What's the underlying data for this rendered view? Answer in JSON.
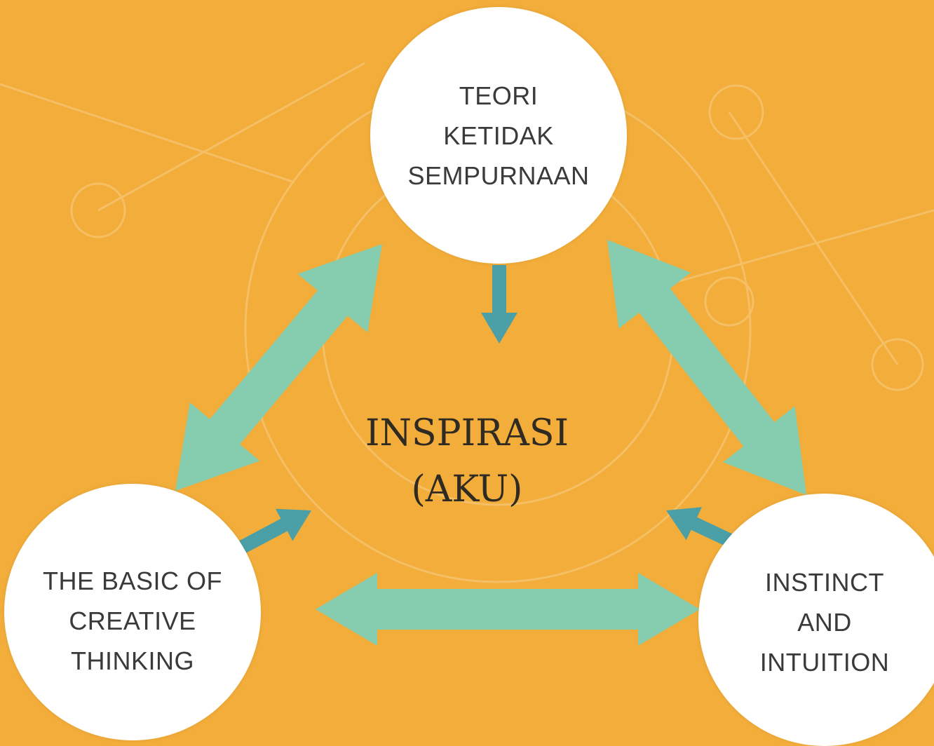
{
  "diagram": {
    "center": {
      "lines": [
        "INSPIRASI",
        "(AKU)"
      ]
    },
    "nodes": [
      {
        "id": "top",
        "lines": [
          "TEORI",
          "KETIDAK",
          "SEMPURNAAN"
        ]
      },
      {
        "id": "left",
        "lines": [
          "THE BASIC OF",
          "CREATIVE",
          "THINKING"
        ]
      },
      {
        "id": "right",
        "lines": [
          "INSTINCT",
          "AND",
          "INTUITION"
        ]
      }
    ],
    "colors": {
      "background": "#f2ad3a",
      "node_fill": "#ffffff",
      "node_text": "#3a3a3a",
      "center_text": "#2f2a22",
      "double_arrow": "#86cdb0",
      "single_arrow": "#4aa0a6"
    }
  }
}
